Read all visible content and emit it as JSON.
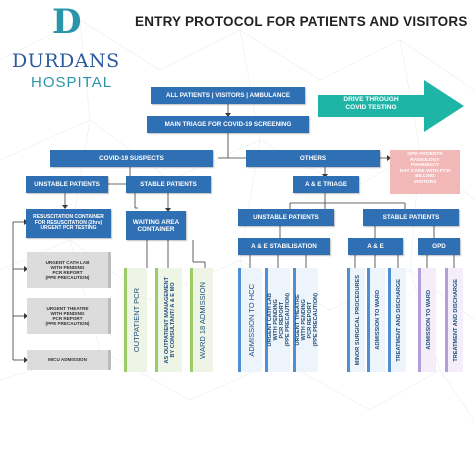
{
  "title": "ENTRY PROTOCOL FOR PATIENTS AND VISITORS",
  "logo": {
    "letter": "D",
    "name": "DURDANS",
    "subtitle": "HOSPITAL"
  },
  "boxes": {
    "all_patients": "ALL PATIENTS | VISITORS | AMBULANCE",
    "main_triage": "MAIN TRIAGE FOR COVID-19 SCREENING",
    "drive_through": "DRIVE THROUGH\nCOVID TESTING",
    "covid_suspects": "COVID-19 SUSPECTS",
    "others": "OTHERS",
    "opd_list": "OPD PATIENTS\nRADIOLOGY\nPHARMACY\nDAY CARE WITH PCR\nBILLING\nVISITORS",
    "unstable_patients_left": "UNSTABLE PATIENTS",
    "stable_patients_left": "STABLE PATIENTS",
    "ae_triage": "A & E TRIAGE",
    "resuscitation": "RESUSCITATION CONTAINER\nFOR RESUSCITATION (2hrs)\nURGENT PCR TESTING",
    "waiting_area": "WAITING AREA\nCONTAINER",
    "unstable_patients_right": "UNSTABLE PATIENTS",
    "stable_patients_right": "STABLE PATIENTS",
    "ae_stabilisation": "A & E STABILISATION",
    "ae": "A & E",
    "opd": "OPD"
  },
  "grey_boxes": [
    "URGENT CATH LAB\nWITH PENDING\nPCR REPORT\n(PPE PRECAUTION)",
    "URGENT THEATRE\nWITH PENDING\nPCR REPORT\n(PPE PRECAUTION)",
    "MICU ADMISSION"
  ],
  "columns": [
    {
      "text": "OUTPATIENT PCR",
      "large": true
    },
    {
      "text": "AS OUTPATIENT MANAGEMENT\nBY CONSULTANT/ A & E MO",
      "large": false
    },
    {
      "text": "WARD 18 ADMISSION",
      "large": true
    },
    {
      "text": "ADMISSION TO HCC",
      "large": true
    },
    {
      "text": "URGENT CATH LAB\nWITH PENDING\nPCR REPORT\n(PPE PRECAUTION)",
      "large": false
    },
    {
      "text": "URGENT THEATRE\nWITH PENDING\nPCR REPORT\n(PPE PRECAUTION)",
      "large": false
    },
    {
      "text": "MINOR SURGICAL PROCEDURES",
      "large": false
    },
    {
      "text": "ADMISSION TO WARD",
      "large": false
    },
    {
      "text": "TREATMENT AND DISCHARGE",
      "large": false
    },
    {
      "text": "ADMISSION TO WARD",
      "large": false
    },
    {
      "text": "TREATMENT AND DISCHARGE",
      "large": false
    }
  ],
  "colors": {
    "box_blue": "#2f6fb3",
    "teal_arrow": "#1fb5a6",
    "pink_box": "#f2b8b8",
    "green_accent": "#9ccc65",
    "blue_accent": "#4f8fd6",
    "purple_accent": "#b39ddb",
    "grey_box": "#dcdcdc"
  }
}
